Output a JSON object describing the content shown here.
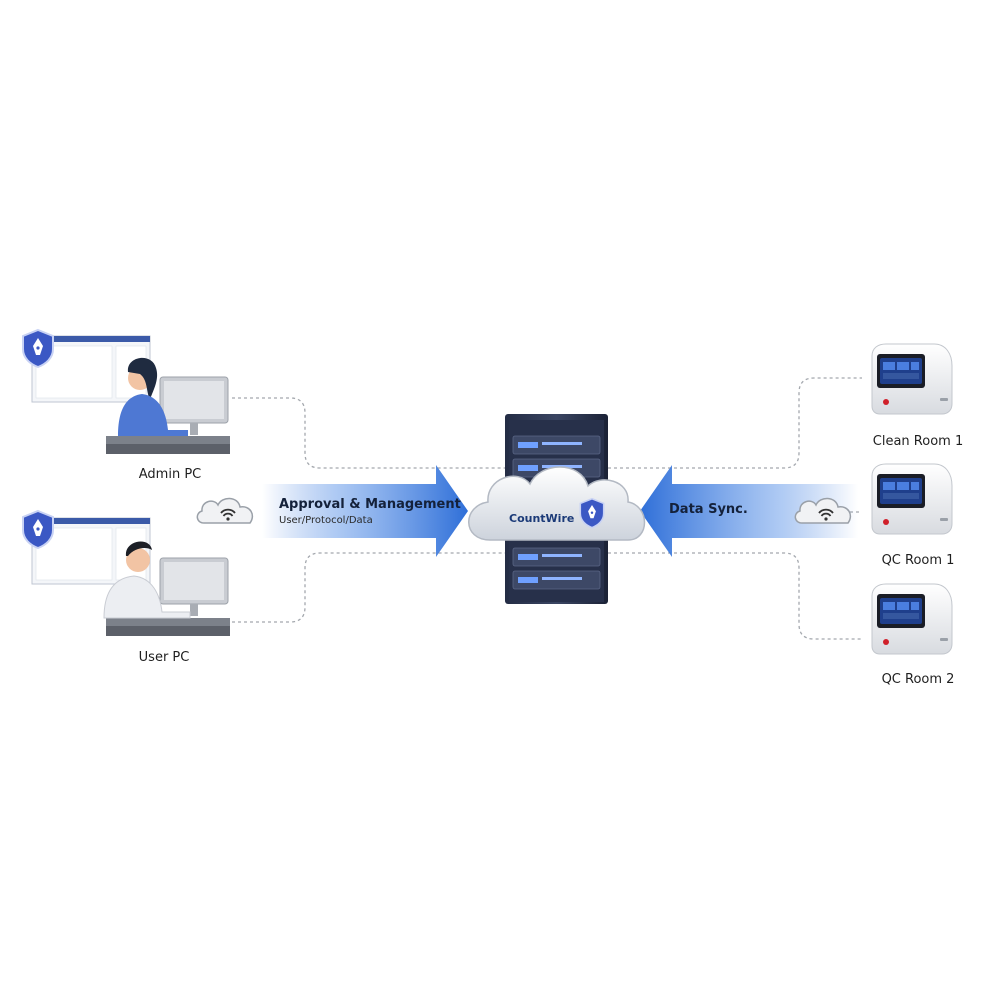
{
  "server": {
    "brand": "CountWire"
  },
  "arrows": {
    "left": {
      "title": "Approval & Management",
      "subtitle": "User/Protocol/Data"
    },
    "right": {
      "title": "Data Sync."
    }
  },
  "pcs": [
    {
      "label": "Admin PC"
    },
    {
      "label": "User PC"
    }
  ],
  "devices": [
    {
      "label": "Clean Room 1"
    },
    {
      "label": "QC Room 1"
    },
    {
      "label": "QC Room 2"
    }
  ],
  "colors": {
    "accent_blue": "#2f6fd8",
    "shield_blue": "#3b58c4",
    "device_red": "#d0202a",
    "server_dark": "#1d2740"
  },
  "icons": [
    "shield-pen-icon",
    "wifi-cloud-icon",
    "server-rack-icon",
    "cloud-icon"
  ]
}
